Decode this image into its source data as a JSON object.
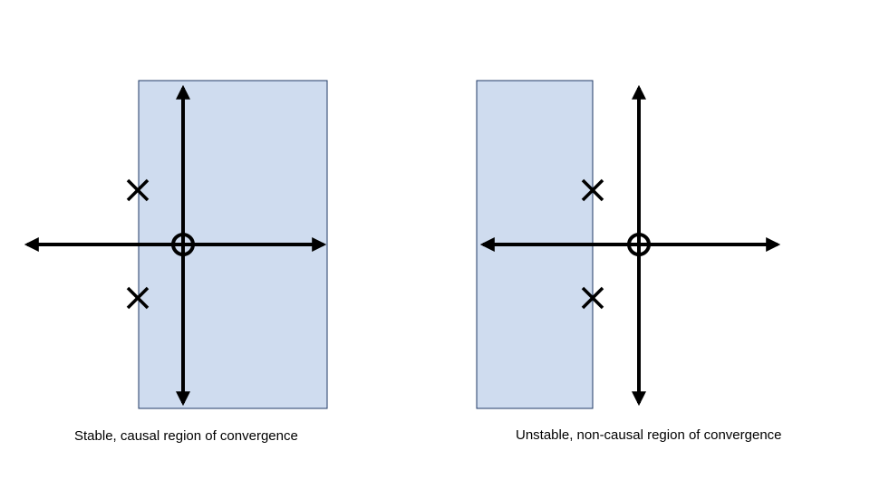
{
  "colors": {
    "roc_fill": "#cfdcef",
    "roc_stroke": "#1f3864",
    "axis": "#000000"
  },
  "diagrams": [
    {
      "caption": "Stable, causal region of convergence",
      "roc": "right-of-poles",
      "poles": [
        {
          "marker": "x",
          "location": "upper-left"
        },
        {
          "marker": "x",
          "location": "lower-left"
        }
      ],
      "zero": {
        "marker": "o",
        "location": "origin"
      }
    },
    {
      "caption": "Unstable, non-causal region of convergence",
      "roc": "left-of-poles",
      "poles": [
        {
          "marker": "x",
          "location": "upper-left"
        },
        {
          "marker": "x",
          "location": "lower-left"
        }
      ],
      "zero": {
        "marker": "o",
        "location": "origin"
      }
    }
  ]
}
